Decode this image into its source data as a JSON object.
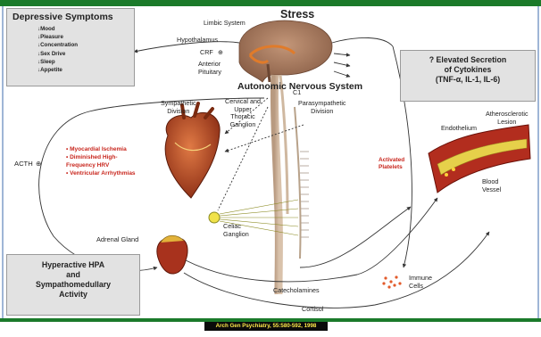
{
  "slide": {
    "brand_colors": {
      "accent_green": "#1b7a2a",
      "box_grey": "#e2e2e2",
      "red_text": "#c8261d",
      "citation_bg": "#0a0a0a",
      "citation_text": "#ffe94a"
    }
  },
  "depressive_symptoms": {
    "title": "Depressive Symptoms",
    "items": [
      "Mood",
      "Pleasure",
      "Concentration",
      "Sex Drive",
      "Sleep",
      "Appetite"
    ]
  },
  "stress_title": "Stress",
  "brain_labels": {
    "limbic": "Limbic System",
    "hypothalamus": "Hypothalamus",
    "crf": "CRF",
    "anterior_pituitary": "Anterior\nPituitary"
  },
  "ans": {
    "title": "Autonomic Nervous System",
    "sympathetic": "Sympathetic\nDivision",
    "cervical": "Cervical and\nUpper\nThoracic\nGanglion",
    "parasympathetic": "Parasympathetic\nDivision",
    "c1": "C1",
    "celiac": "Celiac\nGanglion"
  },
  "cytokines": {
    "title": "? Elevated Secretion\nof Cytokines\n(TNF-α, IL-1, IL-6)"
  },
  "acth": "ACTH",
  "cardiac_effects": [
    "Myocardial Ischemia",
    "Diminished High-\nFrequency HRV",
    "Ventricular Arrhythmias"
  ],
  "vessel": {
    "endothelium": "Endothelium",
    "lesion": "Atherosclerotic\nLesion",
    "activated_platelets": "Activated\nPlatelets",
    "blood_vessel": "Blood\nVessel"
  },
  "adrenal_gland": "Adrenal Gland",
  "hpa_box": {
    "title": "Hyperactive HPA\nand\nSympathomedullary\nActivity"
  },
  "bottom_labels": {
    "immune_cells": "Immune\nCells",
    "catecholamines": "Catecholamines",
    "cortisol": "Cortisol"
  },
  "citation": "Arch Gen Psychiatry, 55:580-592, 1998"
}
